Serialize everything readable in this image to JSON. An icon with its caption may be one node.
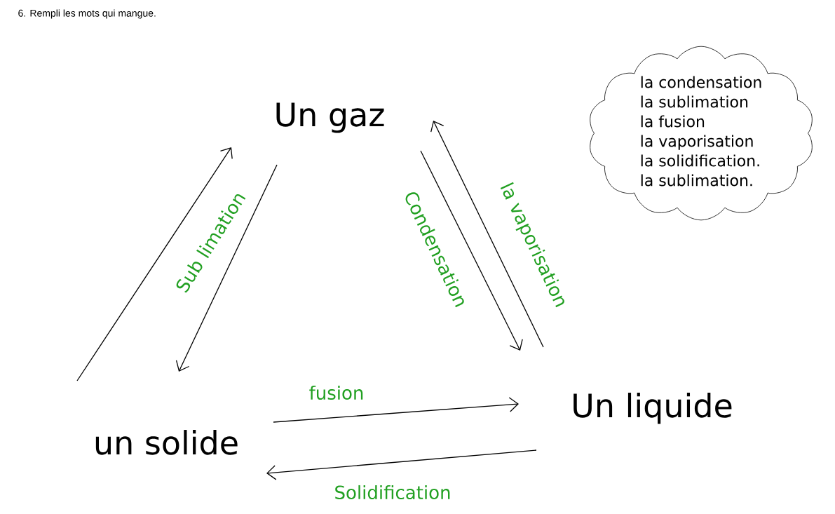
{
  "diagram": {
    "title": "6. Rempli les mots qui mangue.",
    "nodes": [
      {
        "text": [
          "Un gaz"
        ]
      },
      {
        "text": [
          "Un liquide"
        ]
      },
      {
        "text": [
          "un solide"
        ]
      },
      {
        "text": [
          "la condensation",
          "la sublimation",
          "la fusion",
          "la vaporisation",
          "la solidification.",
          "la sublimation."
        ]
      }
    ],
    "edges": [
      {
        "from": 2,
        "to": 0,
        "arrow": "to"
      },
      {
        "from": 0,
        "to": 2,
        "arrow": "to",
        "label": "Sub limation"
      },
      {
        "from": 0,
        "to": 1,
        "arrow": "to",
        "label": "Condensation"
      },
      {
        "from": 1,
        "to": 0,
        "arrow": "to",
        "label": "la vaporisation"
      },
      {
        "from": 2,
        "to": 1,
        "arrow": "to",
        "label": "fusion"
      },
      {
        "from": 1,
        "to": 2,
        "arrow": "to",
        "label": "Solidification"
      }
    ]
  }
}
